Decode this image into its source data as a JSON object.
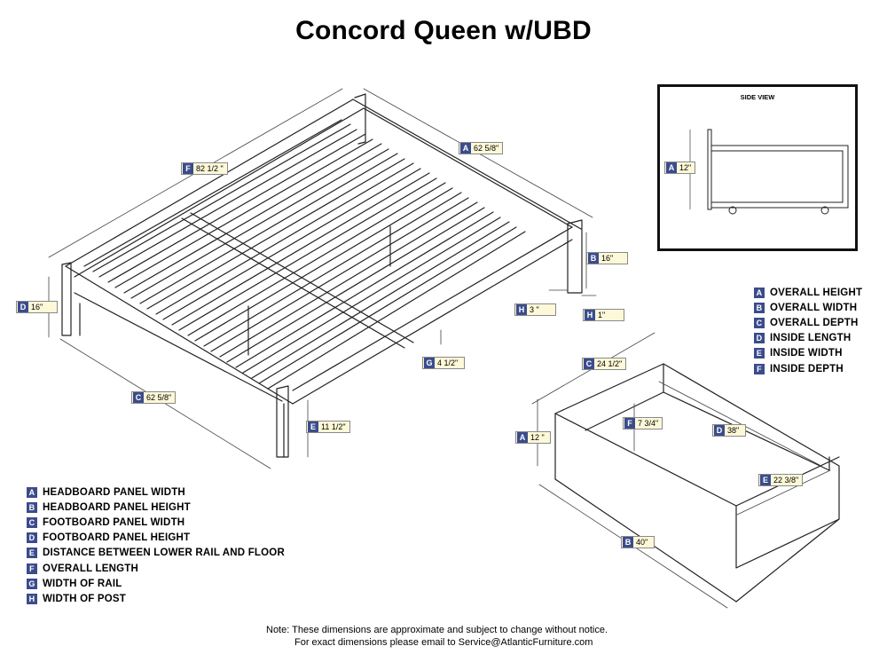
{
  "title": "Concord Queen w/UBD",
  "side_view": {
    "title": "SIDE VIEW",
    "dims": [
      {
        "key": "A",
        "value": "12\""
      }
    ]
  },
  "bed_dims": [
    {
      "key": "A",
      "value": "62 5/8\""
    },
    {
      "key": "F",
      "value": "82 1/2 \""
    },
    {
      "key": "B",
      "value": "16\""
    },
    {
      "key": "D",
      "value": "16\""
    },
    {
      "key": "H",
      "value": "3 \""
    },
    {
      "key": "H",
      "value": "1\""
    },
    {
      "key": "G",
      "value": "4 1/2\""
    },
    {
      "key": "C",
      "value": "62 5/8\""
    },
    {
      "key": "E",
      "value": "11 1/2\""
    }
  ],
  "drawer_dims": [
    {
      "key": "C",
      "value": "24 1/2\""
    },
    {
      "key": "F",
      "value": "7 3/4\""
    },
    {
      "key": "D",
      "value": "38\""
    },
    {
      "key": "A",
      "value": "12 \""
    },
    {
      "key": "E",
      "value": "22 3/8\""
    },
    {
      "key": "B",
      "value": "40\""
    }
  ],
  "bed_legend": [
    {
      "key": "A",
      "label": "HEADBOARD PANEL WIDTH"
    },
    {
      "key": "B",
      "label": "HEADBOARD PANEL HEIGHT"
    },
    {
      "key": "C",
      "label": "FOOTBOARD PANEL WIDTH"
    },
    {
      "key": "D",
      "label": "FOOTBOARD PANEL HEIGHT"
    },
    {
      "key": "E",
      "label": "DISTANCE BETWEEN LOWER RAIL AND FLOOR"
    },
    {
      "key": "F",
      "label": "OVERALL LENGTH"
    },
    {
      "key": "G",
      "label": "WIDTH OF RAIL"
    },
    {
      "key": "H",
      "label": "WIDTH OF POST"
    }
  ],
  "drawer_legend": [
    {
      "key": "A",
      "label": "OVERALL HEIGHT"
    },
    {
      "key": "B",
      "label": "OVERALL WIDTH"
    },
    {
      "key": "C",
      "label": "OVERALL DEPTH"
    },
    {
      "key": "D",
      "label": "INSIDE LENGTH"
    },
    {
      "key": "E",
      "label": "INSIDE WIDTH"
    },
    {
      "key": "F",
      "label": "INSIDE DEPTH"
    }
  ],
  "note": {
    "line1": "Note:  These dimensions are approximate and subject to change without notice.",
    "line2": "For exact dimensions please email to Service@AtlanticFurniture.com"
  },
  "colors": {
    "badge": "#3b4c8c",
    "dim_label_bg": "#fdf8d8",
    "line": "#222222"
  }
}
